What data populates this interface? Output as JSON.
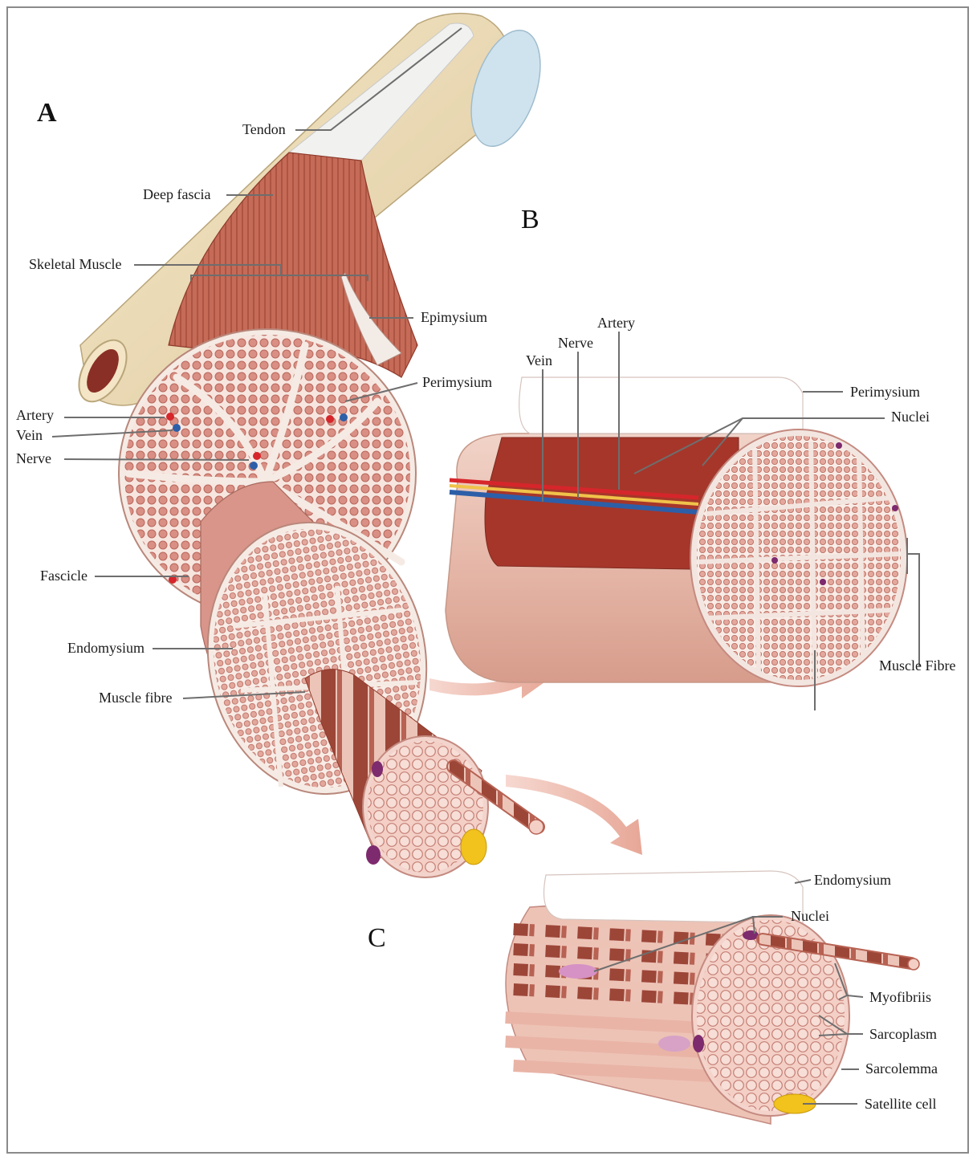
{
  "panels": {
    "a": "A",
    "b": "B",
    "c": "C"
  },
  "labels": {
    "tendon": "Tendon",
    "deep_fascia": "Deep fascia",
    "skeletal_muscle": "Skeletal Muscle",
    "epimysium": "Epimysium",
    "perimysium_a": "Perimysium",
    "artery_a": "Artery",
    "vein_a": "Vein",
    "nerve_a": "Nerve",
    "fascicle": "Fascicle",
    "endomysium_a": "Endomysium",
    "muscle_fibre_a": "Muscle fibre",
    "artery_b": "Artery",
    "nerve_b": "Nerve",
    "vein_b": "Vein",
    "perimysium_b": "Perimysium",
    "nuclei_b": "Nuclei",
    "muscle_fibre_b": "Muscle Fibre",
    "endomysium_c": "Endomysium",
    "nuclei_c": "Nuclei",
    "myofibrils": "Myofibriis",
    "sarcoplasm": "Sarcoplasm",
    "sarcolemma": "Sarcolemma",
    "satellite_cell": "Satellite cell"
  },
  "colors": {
    "muscle": "#c46b5a",
    "muscle_dark": "#9e3a2c",
    "tissue_pink": "#e9b4a6",
    "bone": "#eadbb8",
    "cartilage": "#cfe3ef",
    "artery": "#d6262b",
    "vein": "#2d5fa8",
    "nerve": "#f0c24a",
    "nucleus": "#7d2a6e",
    "satellite": "#f2c21d",
    "leader": "#666666"
  }
}
